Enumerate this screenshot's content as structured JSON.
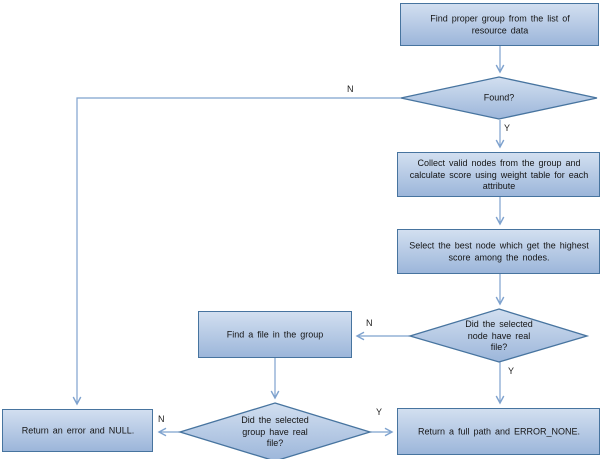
{
  "diagram": {
    "type": "flowchart",
    "colors": {
      "node_border": "#47749f",
      "node_fill_top": "#d2dff0",
      "node_fill_bottom": "#9cb6da",
      "connector": "#7ea2ce",
      "text": "#151515",
      "label": "#1b1b1b"
    },
    "nodes": {
      "find_group": {
        "label": "Find proper group from the list of\nresource data"
      },
      "found": {
        "label": "Found?"
      },
      "collect": {
        "label": "Collect valid nodes from the group and\ncalculate score using weight table for each\nattribute"
      },
      "select_best": {
        "label": "Select the best node which get the highest\nscore among the nodes."
      },
      "node_has_file": {
        "label": "Did the selected\nnode have real\nfile?"
      },
      "find_file": {
        "label": "Find a file in the group"
      },
      "group_has_file": {
        "label": "Did the selected\ngroup have real\nfile?"
      },
      "return_error": {
        "label": "Return an error and NULL."
      },
      "return_path": {
        "label": "Return a full path and ERROR_NONE."
      }
    },
    "edge_labels": {
      "found_no": "N",
      "found_yes": "Y",
      "node_no": "N",
      "node_yes": "Y",
      "group_no": "N",
      "group_yes": "Y"
    }
  }
}
